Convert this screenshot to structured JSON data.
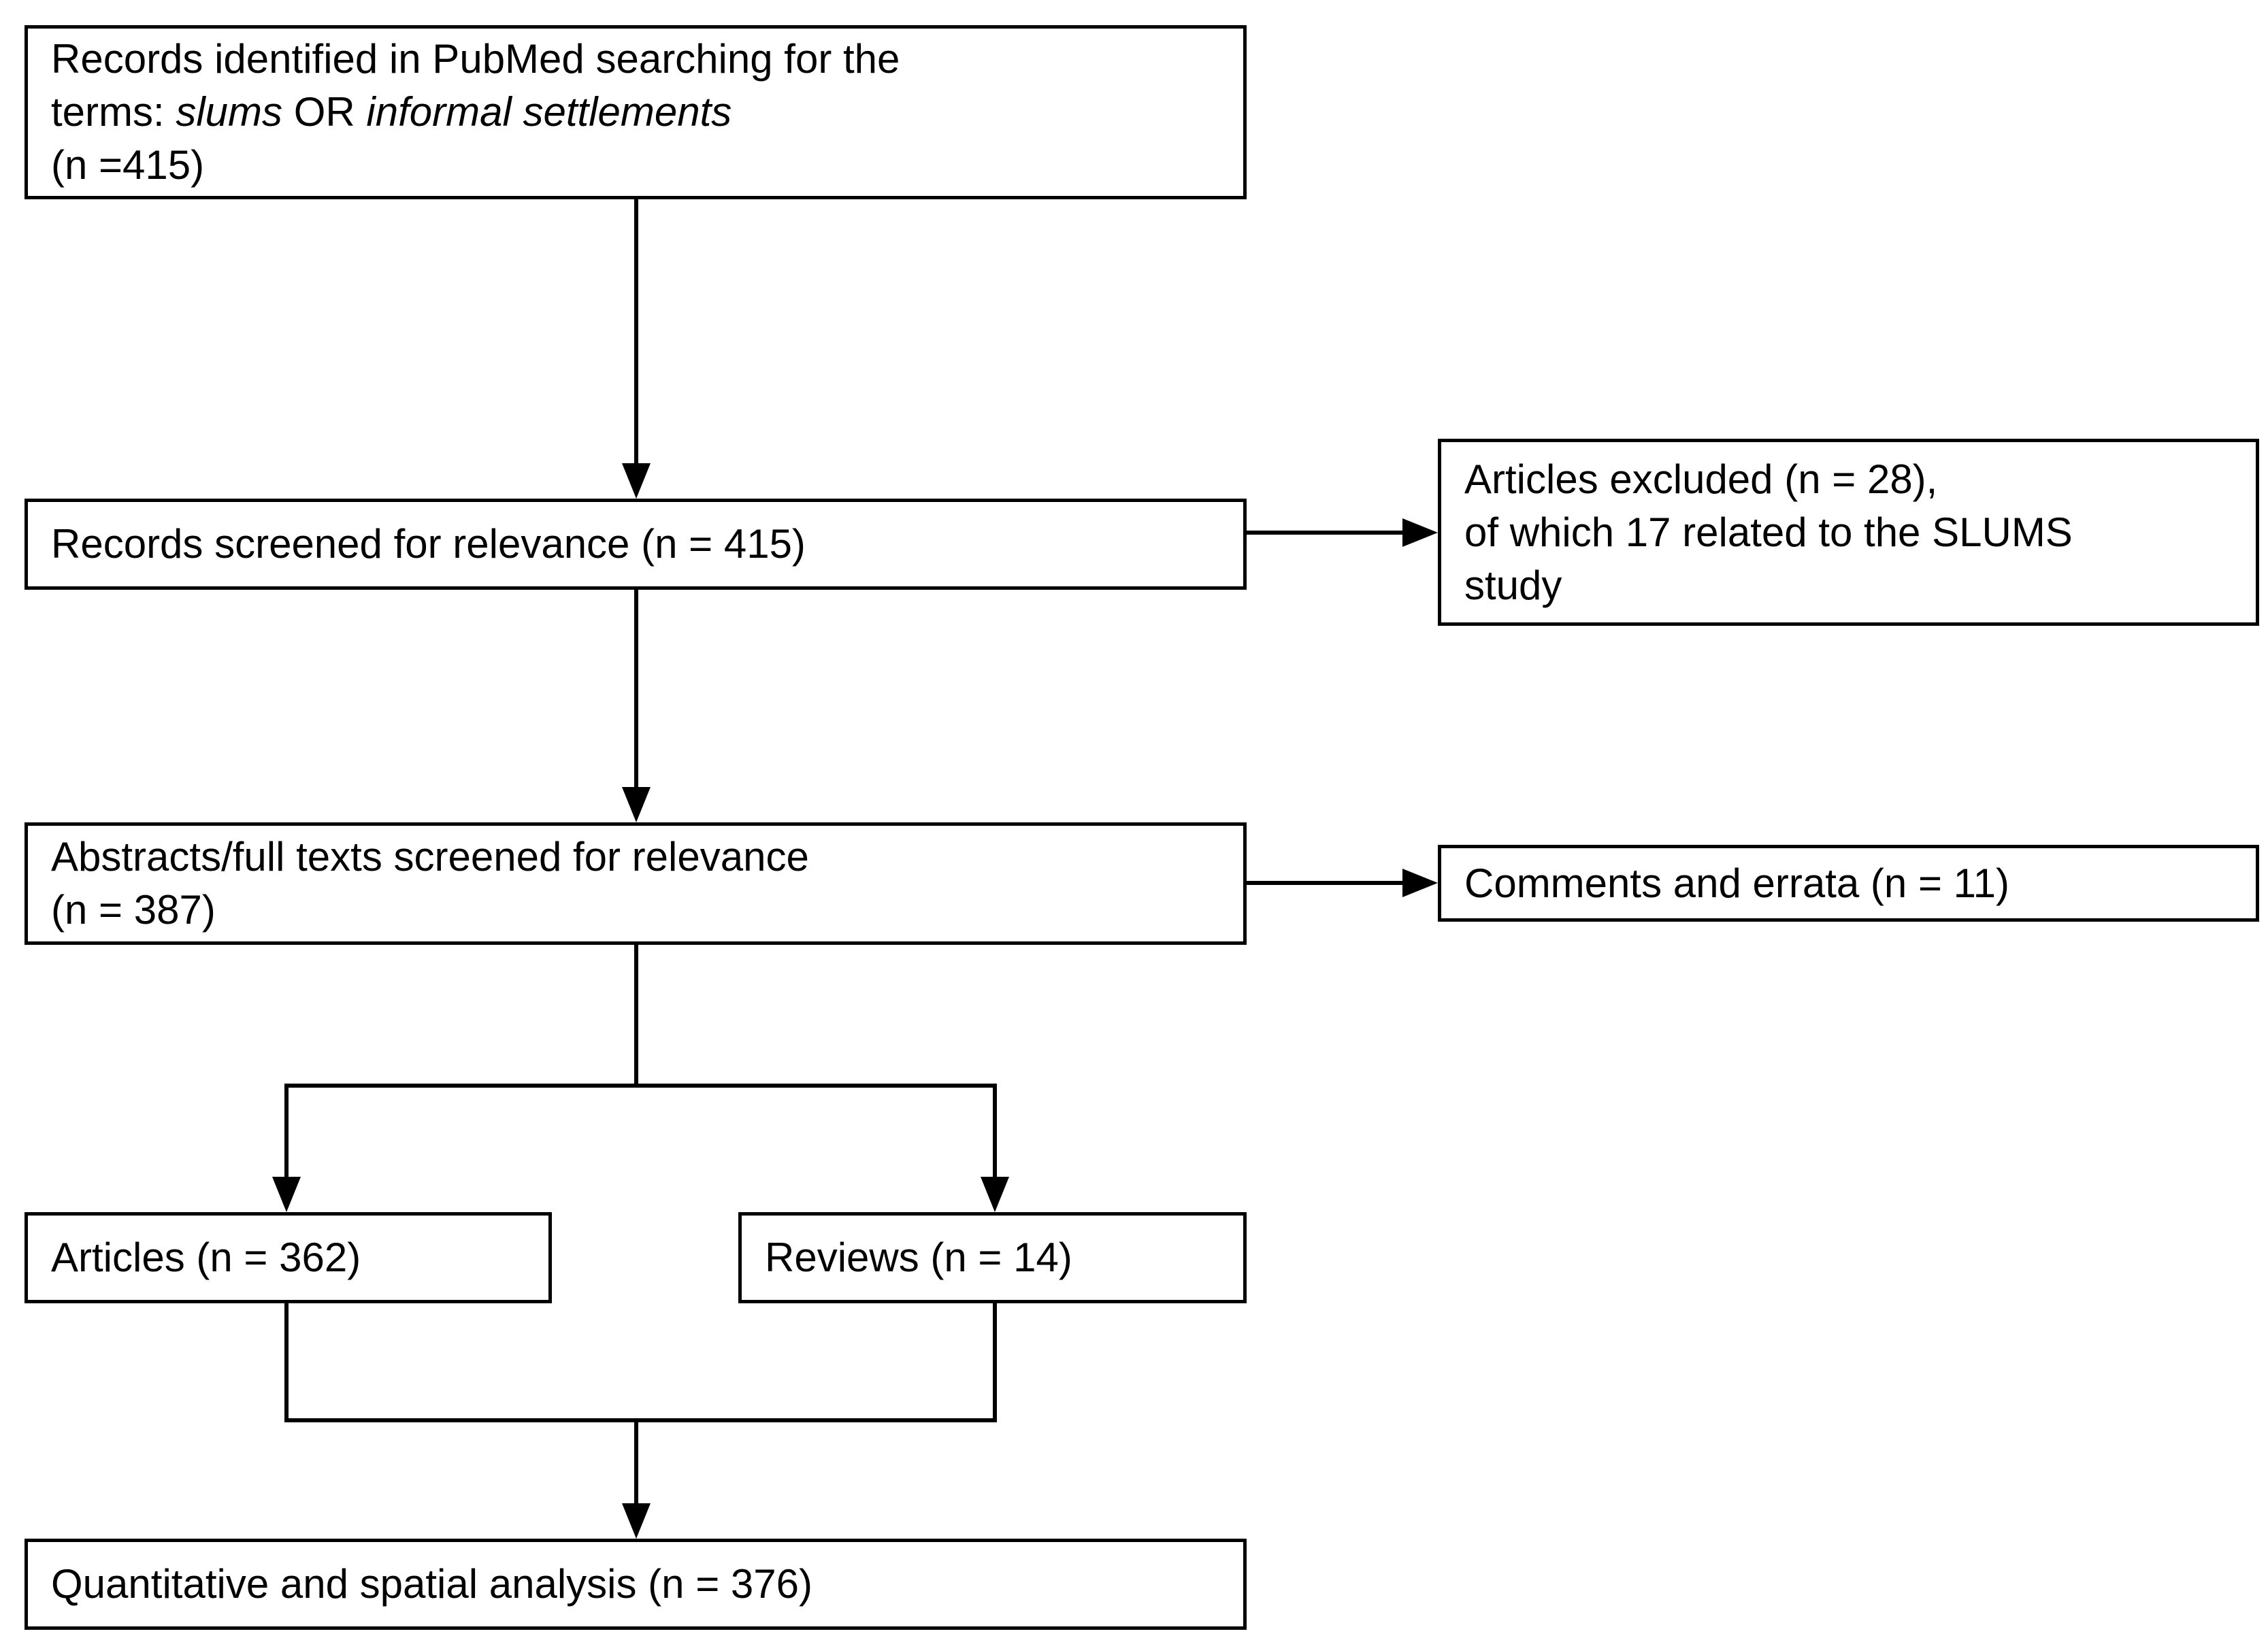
{
  "figure": {
    "type": "prisma-flow-diagram",
    "background_color": "#ffffff",
    "line_color": "#000000",
    "text_color": "#000000"
  },
  "nodes": {
    "identified": {
      "id": "records-identified",
      "line1": "Records identified in PubMed searching for the",
      "line2_prefix": "terms: ",
      "line2_italic_a": "slums",
      "line2_mid": " OR ",
      "line2_italic_b": "informal settlements",
      "line3": "(n =415)",
      "n": 415
    },
    "screened": {
      "id": "records-screened",
      "text": "Records screened for relevance (n = 415)",
      "n": 415
    },
    "excluded": {
      "id": "articles-excluded",
      "text": "Articles excluded (n = 28),\nof which 17 related to the SLUMS\nstudy",
      "n": 28,
      "n_slums_related": 17
    },
    "abstracts": {
      "id": "abstracts-fulltexts-screened",
      "text": "Abstracts/full texts screened for relevance\n(n = 387)",
      "n": 387
    },
    "comments": {
      "id": "comments-and-errata",
      "text": "Comments and errata (n = 11)",
      "n": 11
    },
    "articles": {
      "id": "articles",
      "text": "Articles (n = 362)",
      "n": 362
    },
    "reviews": {
      "id": "reviews",
      "text": "Reviews (n = 14)",
      "n": 14
    },
    "analysis": {
      "id": "quantitative-spatial-analysis",
      "text": "Quantitative and spatial analysis (n = 376)",
      "n": 376
    }
  },
  "edges": [
    {
      "from": "identified",
      "to": "screened",
      "style": "vertical-arrow"
    },
    {
      "from": "screened",
      "to": "excluded",
      "style": "horizontal-arrow"
    },
    {
      "from": "screened",
      "to": "abstracts",
      "style": "vertical-arrow"
    },
    {
      "from": "abstracts",
      "to": "comments",
      "style": "horizontal-arrow"
    },
    {
      "from": "abstracts",
      "to": "articles",
      "style": "split-arrow"
    },
    {
      "from": "abstracts",
      "to": "reviews",
      "style": "split-arrow"
    },
    {
      "from": "articles",
      "to": "analysis",
      "style": "merge-arrow"
    },
    {
      "from": "reviews",
      "to": "analysis",
      "style": "merge-arrow"
    }
  ]
}
